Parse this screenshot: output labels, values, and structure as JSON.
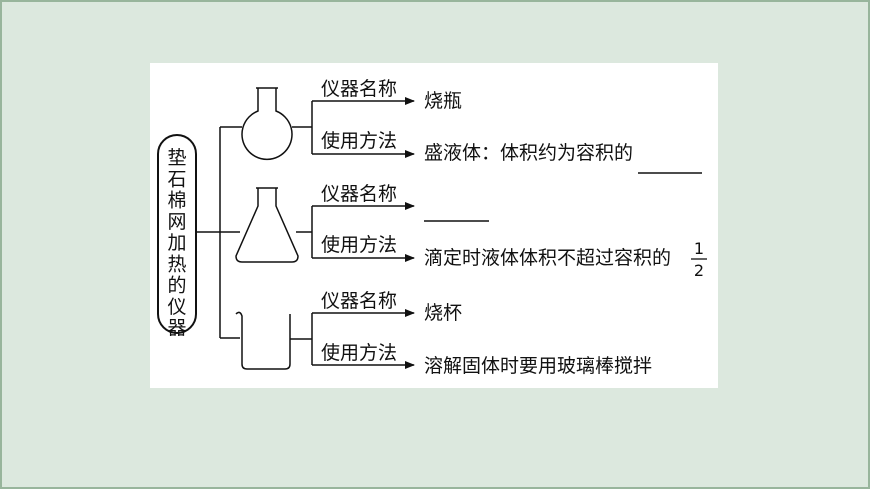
{
  "root_label": [
    "垫",
    "石",
    "棉",
    "网",
    "加",
    "热",
    "的",
    "仪",
    "器"
  ],
  "groups": [
    {
      "name_label": "仪器名称",
      "name_value": "烧瓶",
      "use_label": "使用方法",
      "use_value": "盛液体：体积约为容积的"
    },
    {
      "name_label": "仪器名称",
      "name_value": "",
      "use_label": "使用方法",
      "use_value": "滴定时液体体积不超过容积的",
      "fraction_num": "1",
      "fraction_den": "2"
    },
    {
      "name_label": "仪器名称",
      "name_value": "烧杯",
      "use_label": "使用方法",
      "use_value": "溶解固体时要用玻璃棒搅拌"
    }
  ],
  "colors": {
    "background": "#dce8de",
    "border": "#98b59c",
    "panel": "#ffffff",
    "ink": "#111111"
  },
  "icons": [
    "round-bottom-flask-icon",
    "conical-flask-icon",
    "beaker-icon"
  ]
}
